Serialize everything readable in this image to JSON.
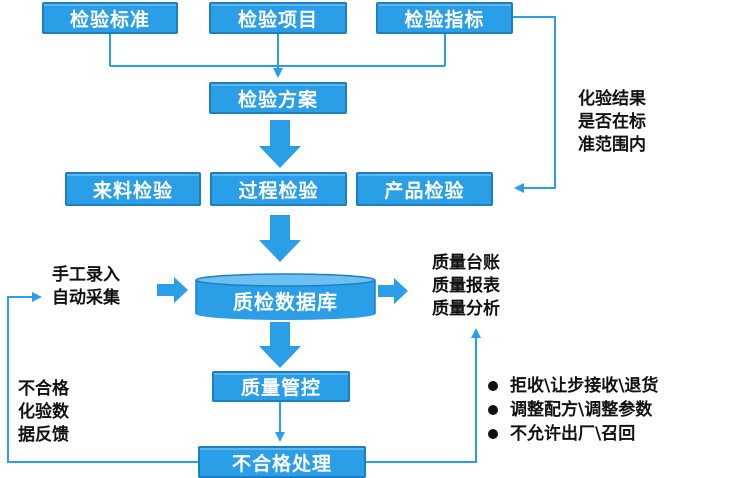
{
  "nodes": {
    "standard": "检验标准",
    "items": "检验项目",
    "indicators": "检验指标",
    "plan": "检验方案",
    "incoming": "来料检验",
    "process": "过程检验",
    "product": "产品检验",
    "database": "质检数据库",
    "control": "质量管控",
    "nonconforming": "不合格处理"
  },
  "notes": {
    "result_check": [
      "化验结果",
      "是否在标",
      "准范围内"
    ],
    "inputs": [
      "手工录入",
      "自动采集"
    ],
    "outputs": [
      "质量台账",
      "质量报表",
      "质量分析"
    ],
    "feedback": [
      "不合格",
      "化验数",
      "据反馈"
    ],
    "actions": [
      "拒收\\让步接收\\退货",
      "调整配方\\调整参数",
      "不允许出厂\\召回"
    ]
  },
  "colors": {
    "box": "#2a9ee6",
    "arrow": "#2a9ee6",
    "line": "#2a9ee6"
  }
}
